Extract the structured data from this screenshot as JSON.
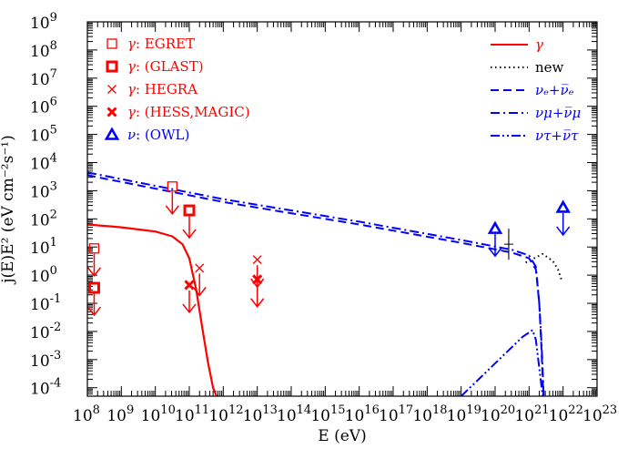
{
  "chart_data": {
    "type": "line",
    "xlabel": "E (eV)",
    "ylabel": "j(E)E² (eV cm⁻²s⁻¹)",
    "x_log": true,
    "y_log": true,
    "xlim_exp": [
      8,
      23
    ],
    "ylim_exp": [
      -4.3,
      9
    ],
    "x_tick_labels": [
      {
        "exp": 8,
        "text": "10",
        "sup": "8"
      },
      {
        "exp": 9,
        "text": "10",
        "sup": "9"
      },
      {
        "exp": 10,
        "text": "10",
        "sup": "10"
      },
      {
        "exp": 11,
        "text": "10",
        "sup": "11"
      },
      {
        "exp": 12,
        "text": "10",
        "sup": "12"
      },
      {
        "exp": 13,
        "text": "10",
        "sup": "13"
      },
      {
        "exp": 14,
        "text": "10",
        "sup": "14"
      },
      {
        "exp": 15,
        "text": "10",
        "sup": "15"
      },
      {
        "exp": 16,
        "text": "10",
        "sup": "16"
      },
      {
        "exp": 17,
        "text": "10",
        "sup": "17"
      },
      {
        "exp": 18,
        "text": "10",
        "sup": "18"
      },
      {
        "exp": 19,
        "text": "10",
        "sup": "19"
      },
      {
        "exp": 20,
        "text": "10",
        "sup": "20"
      },
      {
        "exp": 21,
        "text": "10",
        "sup": "21"
      },
      {
        "exp": 22,
        "text": "10",
        "sup": "22"
      },
      {
        "exp": 23,
        "text": "10",
        "sup": "23"
      }
    ],
    "y_tick_labels": [
      {
        "exp": 9,
        "text": "10",
        "sup": "9"
      },
      {
        "exp": 8,
        "text": "10",
        "sup": "8"
      },
      {
        "exp": 7,
        "text": "10",
        "sup": "7"
      },
      {
        "exp": 6,
        "text": "10",
        "sup": "6"
      },
      {
        "exp": 5,
        "text": "10",
        "sup": "5"
      },
      {
        "exp": 4,
        "text": "10",
        "sup": "4"
      },
      {
        "exp": 3,
        "text": "10",
        "sup": "3"
      },
      {
        "exp": 2,
        "text": "10",
        "sup": "2"
      },
      {
        "exp": 1,
        "text": "10",
        "sup": "1"
      },
      {
        "exp": 0,
        "text": "10",
        "sup": "0"
      },
      {
        "exp": -1,
        "text": "10",
        "sup": "-1"
      },
      {
        "exp": -2,
        "text": "10",
        "sup": "-2"
      },
      {
        "exp": -3,
        "text": "10",
        "sup": "-3"
      },
      {
        "exp": -4,
        "text": "10",
        "sup": "-4"
      }
    ],
    "series": [
      {
        "name": "γ",
        "color": "#ff0000",
        "style": "solid",
        "log_points": [
          [
            8.0,
            1.8
          ],
          [
            9.0,
            1.7
          ],
          [
            10.0,
            1.55
          ],
          [
            10.5,
            1.38
          ],
          [
            10.8,
            1.1
          ],
          [
            11.0,
            0.6
          ],
          [
            11.2,
            -0.5
          ],
          [
            11.4,
            -2.0
          ],
          [
            11.55,
            -3.1
          ],
          [
            11.7,
            -4.0
          ],
          [
            11.8,
            -4.3
          ]
        ]
      },
      {
        "name": "new",
        "color": "#000000",
        "style": "dotted",
        "log_points": [
          [
            20.9,
            0.45
          ],
          [
            21.4,
            0.75
          ],
          [
            21.7,
            0.5
          ],
          [
            21.85,
            0.2
          ],
          [
            21.95,
            -0.15
          ]
        ]
      },
      {
        "name": "νₑ+ν̅ₑ",
        "color": "#0000ff",
        "style": "dashed",
        "log_points": [
          [
            8.0,
            3.55
          ],
          [
            12.0,
            2.6
          ],
          [
            16.0,
            1.8
          ],
          [
            19.0,
            1.15
          ],
          [
            20.5,
            0.8
          ],
          [
            21.0,
            0.6
          ],
          [
            21.2,
            0.2
          ],
          [
            21.3,
            -1.0
          ],
          [
            21.36,
            -2.5
          ],
          [
            21.42,
            -4.3
          ]
        ]
      },
      {
        "name": "νμ+ν̅μ",
        "color": "#0000ff",
        "style": "dashdot",
        "log_points": [
          [
            8.0,
            3.65
          ],
          [
            12.0,
            2.7
          ],
          [
            16.0,
            1.9
          ],
          [
            19.0,
            1.25
          ],
          [
            20.5,
            0.9
          ],
          [
            21.0,
            0.7
          ],
          [
            21.2,
            0.3
          ],
          [
            21.3,
            -1.0
          ],
          [
            21.37,
            -2.5
          ],
          [
            21.43,
            -4.3
          ]
        ]
      },
      {
        "name": "ντ+ν̅τ",
        "color": "#0000ff",
        "style": "dashdotdot",
        "log_points": [
          [
            19.0,
            -4.3
          ],
          [
            19.6,
            -3.6
          ],
          [
            20.2,
            -2.9
          ],
          [
            20.8,
            -2.2
          ],
          [
            21.1,
            -1.95
          ],
          [
            21.2,
            -2.3
          ],
          [
            21.3,
            -3.3
          ],
          [
            21.4,
            -4.3
          ]
        ]
      }
    ],
    "markers": [
      {
        "group": "EGRET",
        "shape": "open-square-small",
        "color": "#ff0000",
        "x": 8.2,
        "y": 0.95,
        "arrow_down": true
      },
      {
        "group": "EGRET",
        "shape": "open-square-small",
        "color": "#ff0000",
        "x": 10.5,
        "y": 3.15,
        "arrow_down": true
      },
      {
        "group": "GLAST",
        "shape": "open-square-bold",
        "color": "#ff0000",
        "x": 8.2,
        "y": -0.45,
        "arrow_down": true
      },
      {
        "group": "GLAST",
        "shape": "open-square-bold",
        "color": "#ff0000",
        "x": 11.0,
        "y": 2.3,
        "arrow_down": true
      },
      {
        "group": "HEGRA",
        "shape": "cross-thin",
        "color": "#ff0000",
        "x": 11.3,
        "y": 0.25,
        "arrow_down": true
      },
      {
        "group": "HEGRA",
        "shape": "cross-thin",
        "color": "#ff0000",
        "x": 13.0,
        "y": 0.55,
        "arrow_down": true
      },
      {
        "group": "HESS,MAGIC",
        "shape": "cross-bold",
        "color": "#ff0000",
        "x": 11.0,
        "y": -0.35,
        "arrow_down": true
      },
      {
        "group": "HESS,MAGIC",
        "shape": "cross-bold",
        "color": "#ff0000",
        "x": 13.0,
        "y": -0.15,
        "arrow_down": true
      },
      {
        "group": "OWL",
        "shape": "open-triangle",
        "color": "#0000ff",
        "x": 20.0,
        "y": 1.65,
        "arrow_down": true
      },
      {
        "group": "OWL",
        "shape": "open-triangle",
        "color": "#0000ff",
        "x": 22.0,
        "y": 2.4,
        "arrow_down": true
      },
      {
        "group": "data",
        "shape": "errorbar",
        "color": "#000000",
        "x": 20.4,
        "y": 1.1,
        "y_err": 0.55,
        "arrow_down": false
      }
    ],
    "legend_left": [
      {
        "prefix": "γ",
        "text": ": EGRET",
        "color": "#ff0000",
        "symbol": "open-square-small"
      },
      {
        "prefix": "γ",
        "text": ": (GLAST)",
        "color": "#ff0000",
        "symbol": "open-square-bold"
      },
      {
        "prefix": "γ",
        "text": ": HEGRA",
        "color": "#ff0000",
        "symbol": "cross-thin"
      },
      {
        "prefix": "γ",
        "text": ": (HESS,MAGIC)",
        "color": "#ff0000",
        "symbol": "cross-bold"
      },
      {
        "prefix": "ν",
        "text": ": (OWL)",
        "color": "#0000ff",
        "symbol": "open-triangle"
      }
    ],
    "legend_right": [
      {
        "label": "γ",
        "color": "#ff0000",
        "style": "solid"
      },
      {
        "label": "new",
        "color": "#000000",
        "style": "dotted"
      },
      {
        "label": "νₑ+ν̅ₑ",
        "color": "#0000ff",
        "style": "dashed"
      },
      {
        "label": "νμ+ν̅μ",
        "color": "#0000ff",
        "style": "dashdot"
      },
      {
        "label": "ντ+ν̅τ",
        "color": "#0000ff",
        "style": "dashdotdot"
      }
    ],
    "legend_placement": {
      "left": "top-left",
      "right": "top-right"
    },
    "grid": false
  }
}
